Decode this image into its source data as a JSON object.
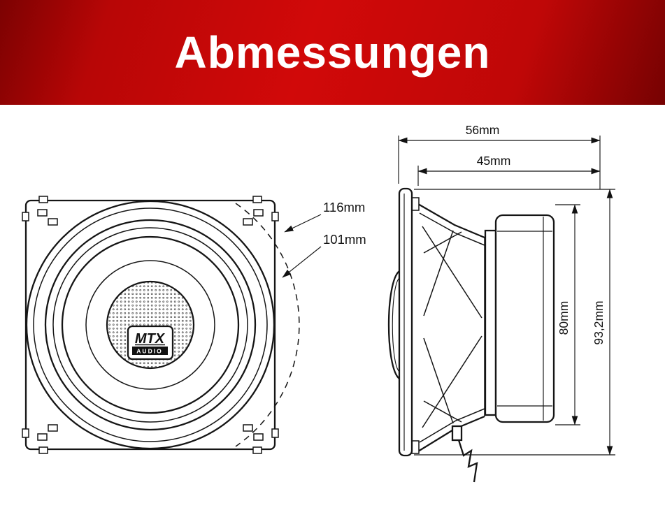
{
  "header": {
    "title": "Abmessungen"
  },
  "colors": {
    "banner_red": "#cc0707",
    "banner_red_dark": "#7c0202",
    "line_color": "#151515",
    "text_on_banner": "#ffffff"
  },
  "front_view": {
    "overall_diameter_label": "116mm",
    "cutout_diameter_label": "101mm",
    "logo": {
      "brand": "MTX",
      "sub": "AUDIO"
    }
  },
  "side_view": {
    "total_depth_label": "56mm",
    "mounting_depth_label": "45mm",
    "inner_height_label": "80mm",
    "total_height_label": "93,2mm"
  }
}
